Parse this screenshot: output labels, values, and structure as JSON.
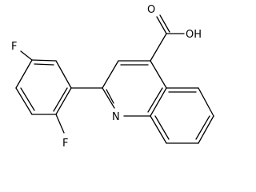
{
  "molecule": {
    "atoms": {
      "f_top": "F",
      "f_bottom": "F",
      "nitrogen": "N",
      "carboxyl_oxygen": "O",
      "hydroxyl": "OH"
    }
  },
  "colors": {
    "bond": "#000000",
    "label": "#000000",
    "background": "#ffffff"
  }
}
